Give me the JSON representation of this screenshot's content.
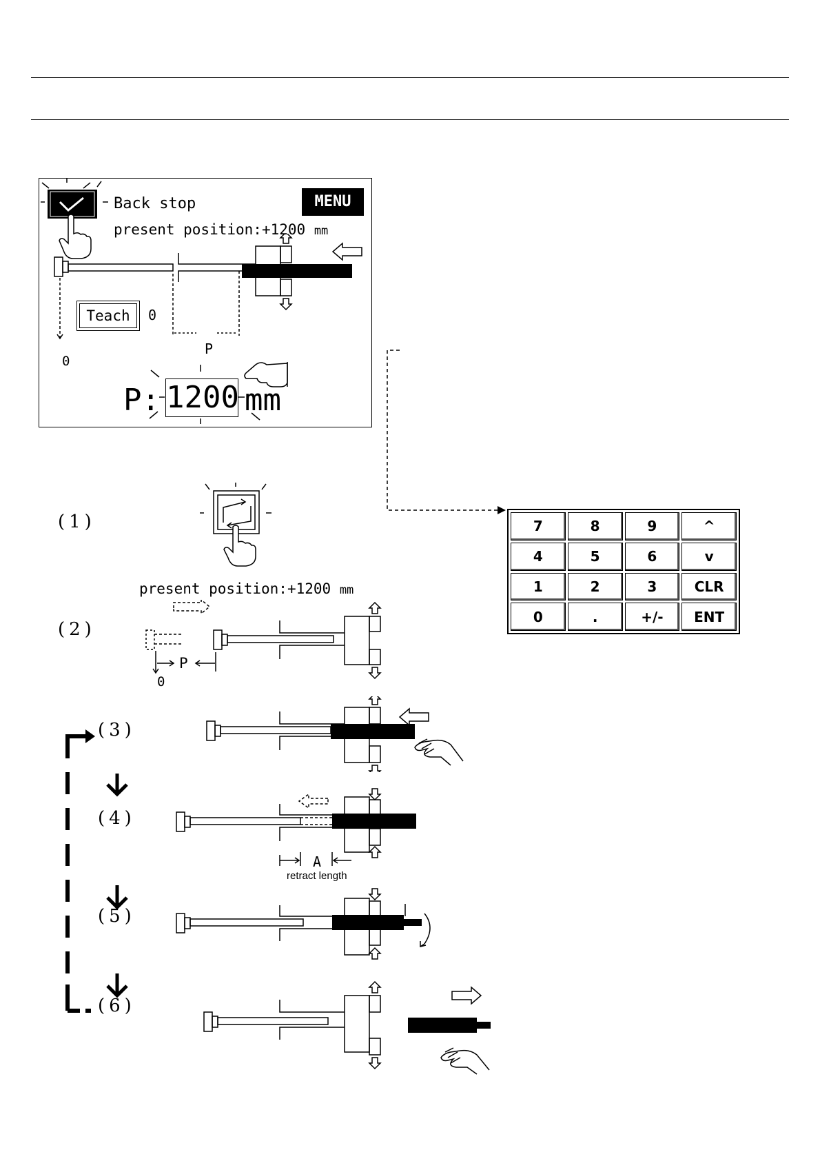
{
  "screen": {
    "title": "Back stop",
    "menu_label": "MENU",
    "present_position_label": "present position:",
    "present_position_value": "+1200",
    "unit": "mm",
    "teach_label": "Teach",
    "teach_value": "0",
    "zero_label": "0",
    "p_label": "P",
    "p_prefix": "P:",
    "p_value": "1200",
    "p_unit": "mm"
  },
  "steps": {
    "s1": "(1)",
    "s2": "(2)",
    "s3": "(3)",
    "s4": "(4)",
    "s5": "(5)",
    "s6": "(6)",
    "step1_caption_label": "present position:",
    "step1_caption_value": "+1200",
    "step1_caption_unit": "mm",
    "step2_p": "P",
    "step2_zero": "0",
    "step4_a": "A",
    "step4_caption": "retract length"
  },
  "keypad": {
    "keys": [
      "7",
      "8",
      "9",
      "^",
      "4",
      "5",
      "6",
      "v",
      "1",
      "2",
      "3",
      "CLR",
      "0",
      ".",
      "+/-",
      "ENT"
    ]
  }
}
